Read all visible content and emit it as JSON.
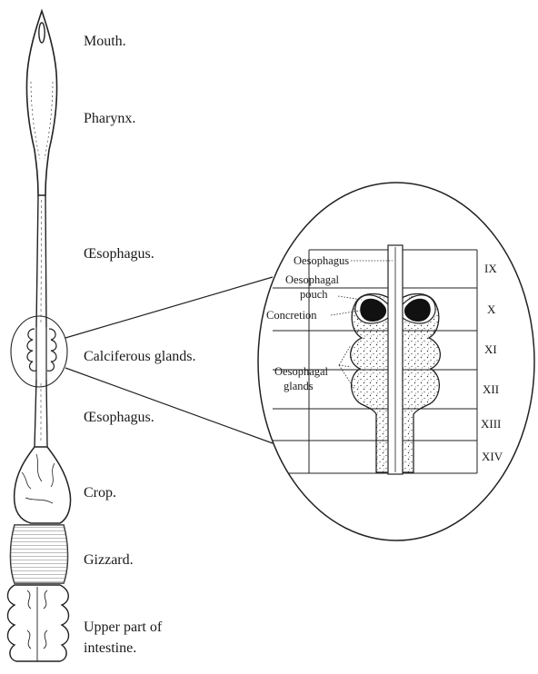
{
  "labels": {
    "mouth": "Mouth.",
    "pharynx": "Pharynx.",
    "oesophagus_upper": "Œsophagus.",
    "calciferous": "Calciferous glands.",
    "oesophagus_lower": "Œsophagus.",
    "crop": "Crop.",
    "gizzard": "Gizzard.",
    "intestine_line1": "Upper part of",
    "intestine_line2": "intestine."
  },
  "inset": {
    "oesophagus": "Oesophagus",
    "pouch_line1": "Oesophagal",
    "pouch_line2": "pouch",
    "concretion": "Concretion",
    "glands_line1": "Oesophagal",
    "glands_line2": "glands",
    "segments": [
      "IX",
      "X",
      "XI",
      "XII",
      "XIII",
      "XIV"
    ]
  },
  "colors": {
    "ink": "#222222",
    "background": "#ffffff"
  }
}
